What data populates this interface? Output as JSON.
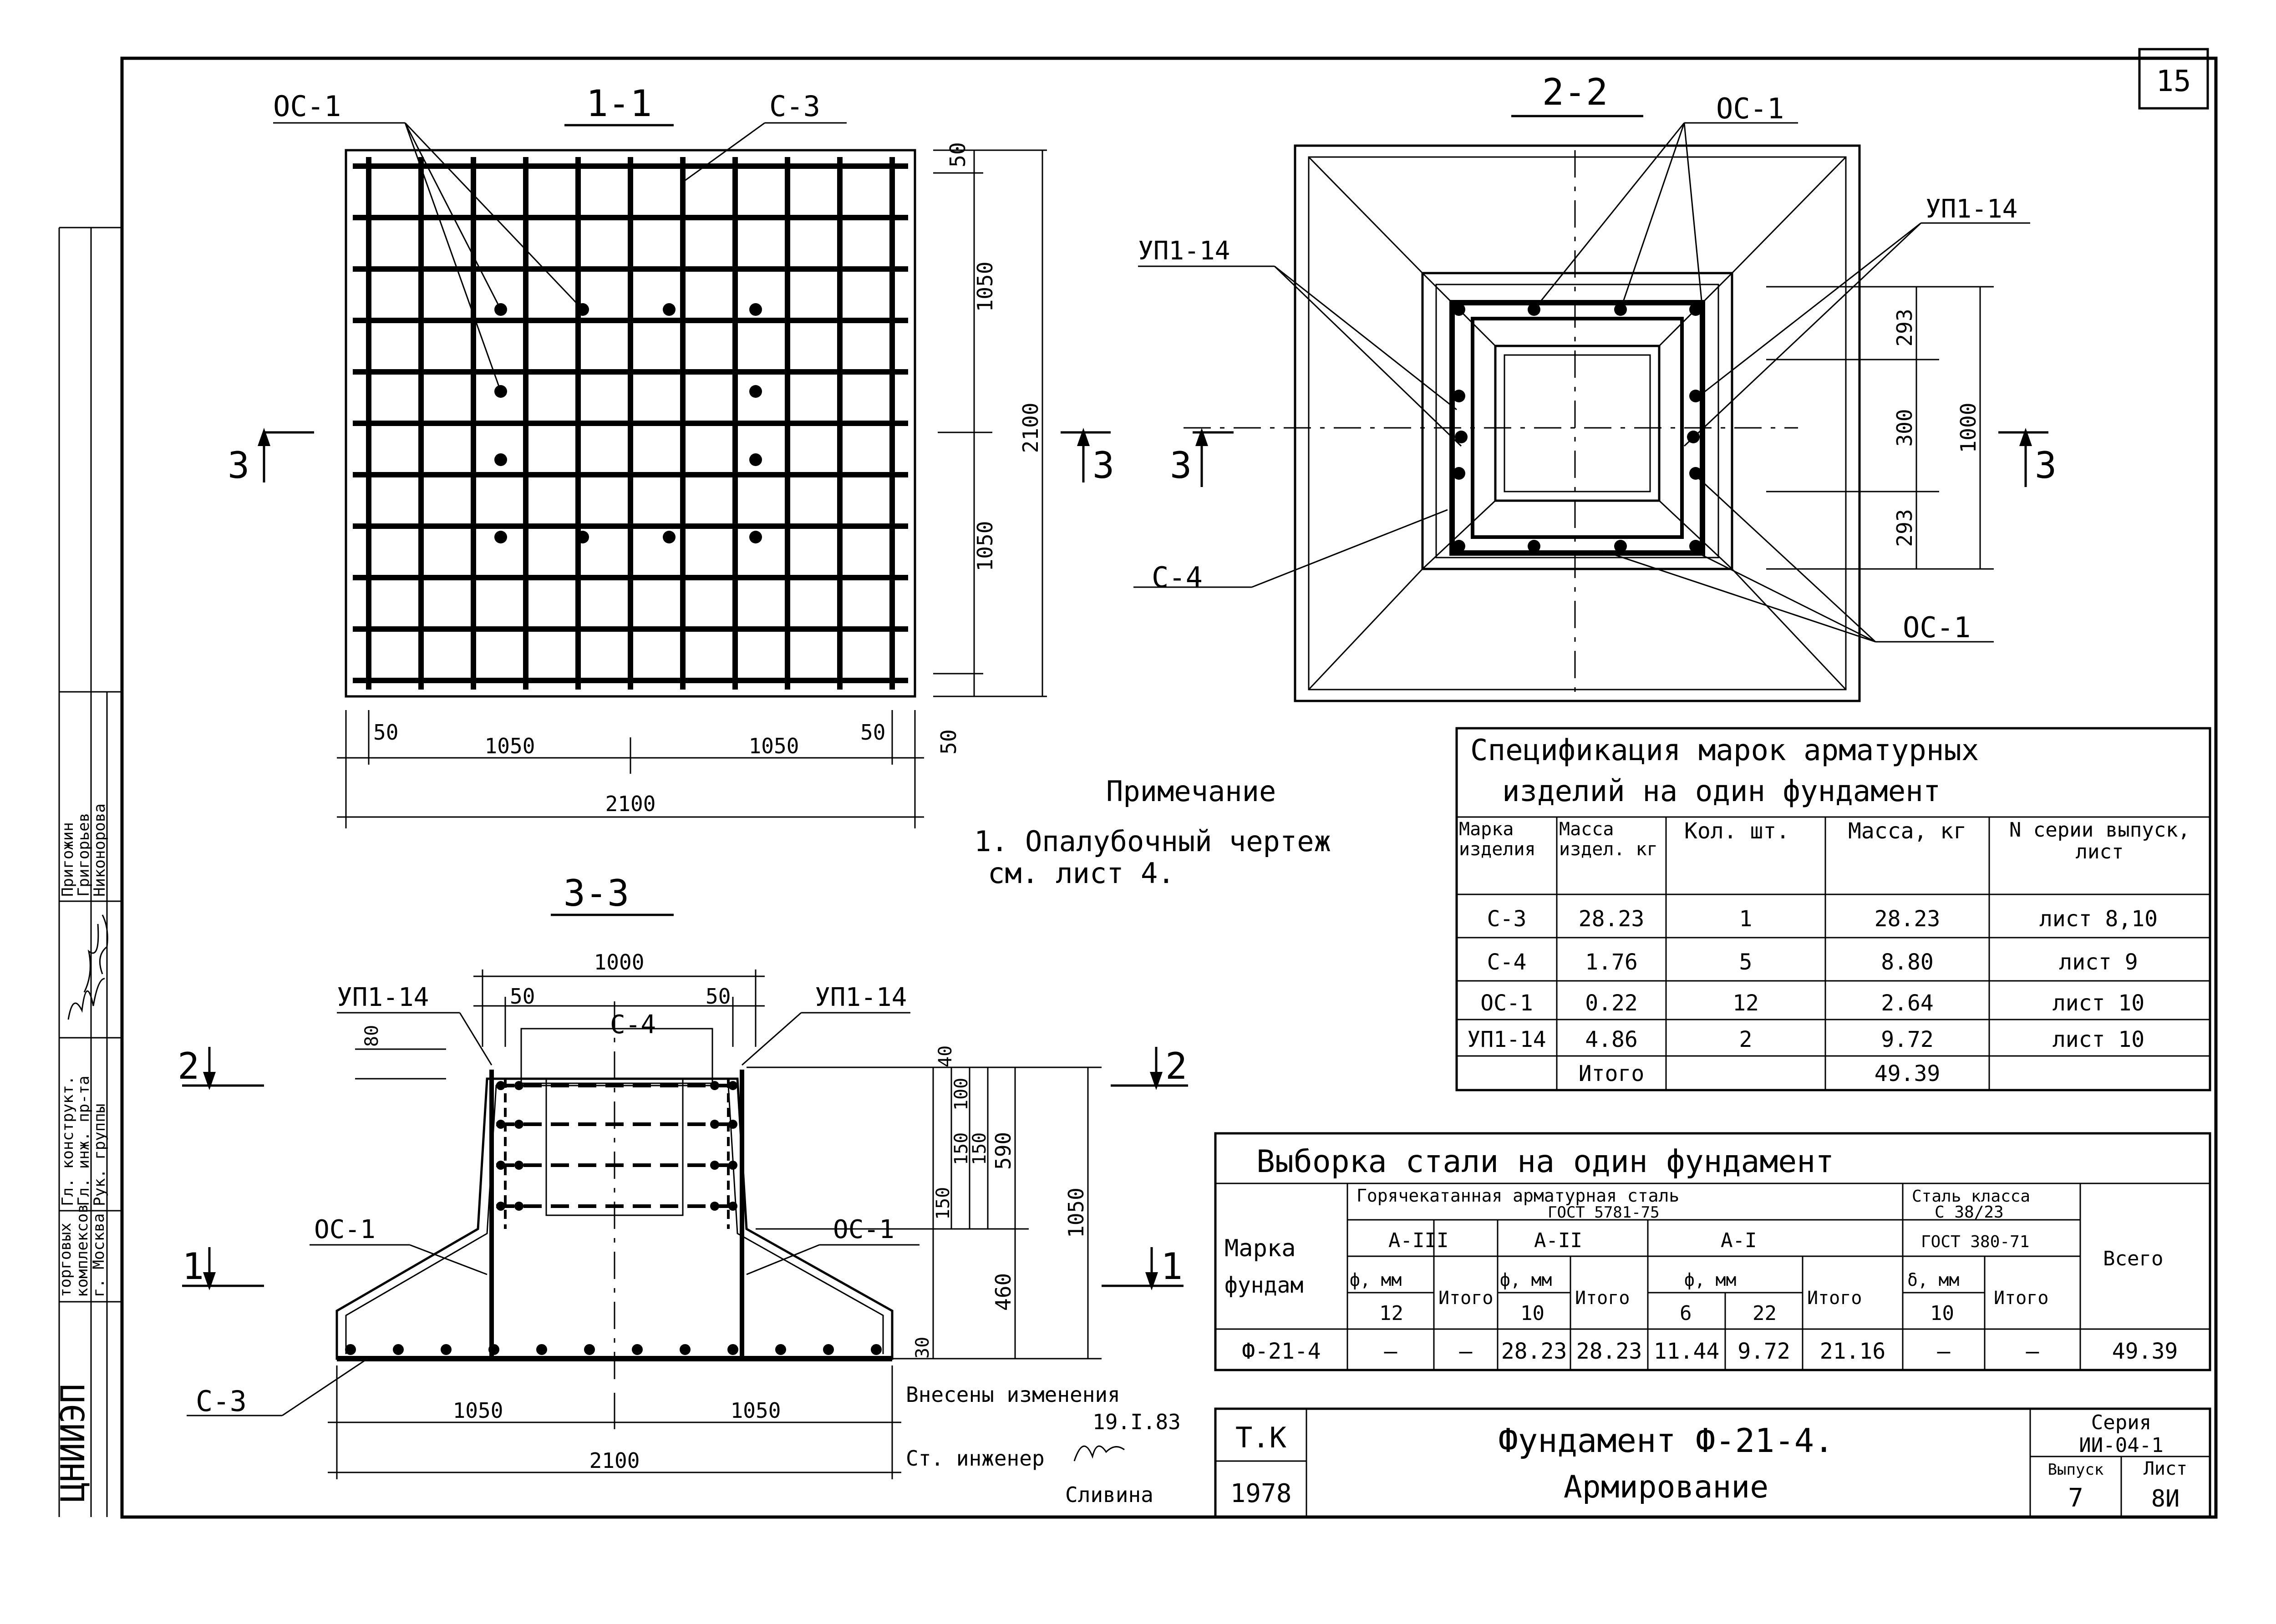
{
  "sheet_number": "15",
  "section_1": {
    "title": "1-1",
    "label_oc": "ОС-1",
    "label_c3": "С-3",
    "dim_top": "50",
    "dim_half_top": "1050",
    "dim_full": "2100",
    "dim_half_bottom": "1050",
    "dim_bottom": "50",
    "dim_left_50": "50",
    "dim_right_50": "50",
    "dim_bottom_left": "1050",
    "dim_bottom_right": "1050",
    "dim_bottom_total": "2100",
    "cut_left": "3",
    "cut_right": "3"
  },
  "section_2": {
    "title": "2-2",
    "label_oc_top": "ОС-1",
    "label_up_right": "УП1-14",
    "label_up_left": "УП1-14",
    "label_c4": "С-4",
    "label_oc_bottom": "ОС-1",
    "dim_293_top": "293",
    "dim_300": "300",
    "dim_293_bottom": "293",
    "dim_1000": "1000",
    "cut_left": "3",
    "cut_right": "3"
  },
  "section_3": {
    "title": "3-3",
    "label_up_left": "УП1-14",
    "label_up_right": "УП1-14",
    "label_c4": "С-4",
    "label_oc_left": "ОС-1",
    "label_oc_right": "ОС-1",
    "label_c3": "С-3",
    "dim_1000": "1000",
    "dim_50_left": "50",
    "dim_50_right": "50",
    "dim_80": "80",
    "dim_40": "40",
    "dim_100": "100",
    "dim_150a": "150",
    "dim_150b": "150",
    "dim_150c": "150",
    "dim_590": "590",
    "dim_460": "460",
    "dim_30": "30",
    "dim_1050": "1050",
    "dim_bottom_left": "1050",
    "dim_bottom_right": "1050",
    "dim_bottom_total": "2100",
    "cut_2_left": "2",
    "cut_2_right": "2",
    "cut_1_left": "1",
    "cut_1_right": "1"
  },
  "note": {
    "heading": "Примечание",
    "line1": "1. Опалубочный чертеж",
    "line2": "см. лист 4."
  },
  "spec_table": {
    "title_line1": "Спецификация марок арматурных",
    "title_line2": "изделий на один фундамент",
    "headers": [
      "Марка изделия",
      "Масса издел. кг",
      "Кол. шт.",
      "Масса, кг",
      "N серии выпуск, лист"
    ],
    "rows": [
      [
        "С-3",
        "28.23",
        "1",
        "28.23",
        "лист 8,10"
      ],
      [
        "С-4",
        "1.76",
        "5",
        "8.80",
        "лист 9"
      ],
      [
        "ОС-1",
        "0.22",
        "12",
        "2.64",
        "лист 10"
      ],
      [
        "УП1-14",
        "4.86",
        "2",
        "9.72",
        "лист 10"
      ],
      [
        "",
        "Итого",
        "",
        "49.39",
        ""
      ]
    ]
  },
  "steel_table": {
    "title": "Выборка стали на один фундамент",
    "h_hot": "Горячекатанная арматурная сталь",
    "h_hot_gost": "ГОСТ 5781-75",
    "h_steel": "Сталь класса",
    "h_steel_class": "С 38/23",
    "h_steel_gost": "ГОСТ 380-71",
    "h_mark_1": "Марка",
    "h_mark_2": "фундам",
    "h_a3": "А-III",
    "h_a2": "А-II",
    "h_a1": "А-I",
    "h_phi_a3": "ф, мм",
    "h_phi_a2": "ф, мм",
    "h_phi_a1": "ф, мм",
    "h_delta": "δ, мм",
    "h_itogo_1": "Итого",
    "h_itogo_2": "Итого",
    "h_itogo_3": "Итого",
    "h_itogo_4": "Итого",
    "h_total": "Всего",
    "d_12": "12",
    "d_10": "10",
    "d_6": "6",
    "d_22": "22",
    "d_10b": "10",
    "row": [
      "Ф-21-4",
      "—",
      "—",
      "28.23",
      "28.23",
      "11.44",
      "9.72",
      "21.16",
      "—",
      "—",
      "49.39"
    ]
  },
  "changes": {
    "line1": "Внесены изменения",
    "line2": "19.I.83",
    "engineer": "Ст. инженер",
    "name": "Сливина"
  },
  "title_block": {
    "tk": "Т.К",
    "year": "1978",
    "title_line1": "Фундамент Ф-21-4.",
    "title_line2": "Армирование",
    "series_label": "Серия",
    "series_value": "ИИ-04-1",
    "issue_label": "Выпуск",
    "issue_value": "7",
    "sheet_label": "Лист",
    "sheet_value": "8И"
  },
  "side_stamp": {
    "org": "ЦНИИЭП",
    "org_sub1": "торговых",
    "org_sub2": "комплексов",
    "org_sub3": "г. Москва",
    "role1": "Гл. конструкт.",
    "role2": "Гл. инж. пр-та",
    "role3": "Рук. группы",
    "name1": "Пригожин",
    "name2": "Григорьев",
    "name3": "Никонорова"
  }
}
